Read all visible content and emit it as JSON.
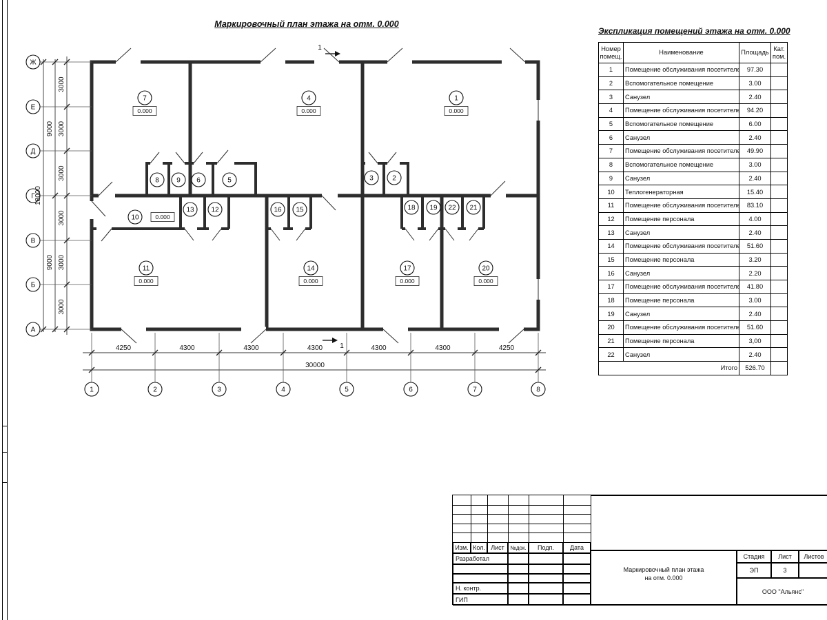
{
  "plan": {
    "title": "Маркировочный план этажа на отм. 0.000",
    "section_label": "1",
    "elevation": "0.000",
    "axis_rows": [
      "Ж",
      "Е",
      "Д",
      "Г",
      "В",
      "Б",
      "А"
    ],
    "axis_cols": [
      "1",
      "2",
      "3",
      "4",
      "5",
      "6",
      "7",
      "8"
    ],
    "rooms": [
      "7",
      "4",
      "1",
      "8",
      "9",
      "6",
      "5",
      "3",
      "2",
      "10",
      "13",
      "12",
      "16",
      "15",
      "18",
      "19",
      "22",
      "21",
      "11",
      "14",
      "17",
      "20"
    ],
    "dims": {
      "left_3000": [
        "3000",
        "3000",
        "3000",
        "3000",
        "3000",
        "3000"
      ],
      "left_9000": [
        "9000",
        "9000"
      ],
      "left_total": "18000",
      "bottom_segments": [
        "4250",
        "4300",
        "4300",
        "4300",
        "4300",
        "4300",
        "4250"
      ],
      "bottom_total": "30000"
    }
  },
  "schedule": {
    "title": "Экспликация помещений этажа на отм. 0.000",
    "col_number": "Номер помещ.",
    "col_name": "Наименование",
    "col_area": "Площадь",
    "col_cat": "Кат. пом.",
    "rows": [
      {
        "n": "1",
        "name": "Помещение обслуживания посетителей",
        "area": "97.30"
      },
      {
        "n": "2",
        "name": "Вспомогательное помещение",
        "area": "3.00"
      },
      {
        "n": "3",
        "name": "Санузел",
        "area": "2.40"
      },
      {
        "n": "4",
        "name": "Помещение обслуживания посетителей",
        "area": "94.20"
      },
      {
        "n": "5",
        "name": "Вспомогательное помещение",
        "area": "6.00"
      },
      {
        "n": "6",
        "name": "Санузел",
        "area": "2.40"
      },
      {
        "n": "7",
        "name": "Помещение обслуживания посетителей",
        "area": "49.90"
      },
      {
        "n": "8",
        "name": "Вспомогательное помещение",
        "area": "3.00"
      },
      {
        "n": "9",
        "name": "Санузел",
        "area": "2.40"
      },
      {
        "n": "10",
        "name": "Теплогенераторная",
        "area": "15.40"
      },
      {
        "n": "11",
        "name": "Помещение обслуживания посетителей",
        "area": "83.10"
      },
      {
        "n": "12",
        "name": "Помещение персонала",
        "area": "4.00"
      },
      {
        "n": "13",
        "name": "Санузел",
        "area": "2.40"
      },
      {
        "n": "14",
        "name": "Помещение обслуживания посетителей",
        "area": "51.60"
      },
      {
        "n": "15",
        "name": "Помещение персонала",
        "area": "3.20"
      },
      {
        "n": "16",
        "name": "Санузел",
        "area": "2.20"
      },
      {
        "n": "17",
        "name": "Помещение обслуживания посетителей",
        "area": "41.80"
      },
      {
        "n": "18",
        "name": "Помещение персонала",
        "area": "3.00"
      },
      {
        "n": "19",
        "name": "Санузел",
        "area": "2.40"
      },
      {
        "n": "20",
        "name": "Помещение обслуживания посетителей",
        "area": "51.60"
      },
      {
        "n": "21",
        "name": "Помещение персонала",
        "area": "3,00"
      },
      {
        "n": "22",
        "name": "Санузел",
        "area": "2.40"
      }
    ],
    "total_label": "Итого",
    "total_value": "526.70"
  },
  "titleblock": {
    "izm": "Изм.",
    "kol": "Кол.",
    "list_col": "Лист",
    "ndok": "№док.",
    "podp": "Подп.",
    "date_col": "Дата",
    "razrabotal": "Разработал",
    "nkontr": "Н. контр.",
    "gip": "ГИП",
    "doc_title_1": "Маркировочный план этажа",
    "doc_title_2": "на отм. 0.000",
    "stadia_label": "Стадия",
    "list_label": "Лист",
    "listov_label": "Листов",
    "stadia_value": "ЭП",
    "list_value": "3",
    "company": "ООО \"Альянс\""
  }
}
